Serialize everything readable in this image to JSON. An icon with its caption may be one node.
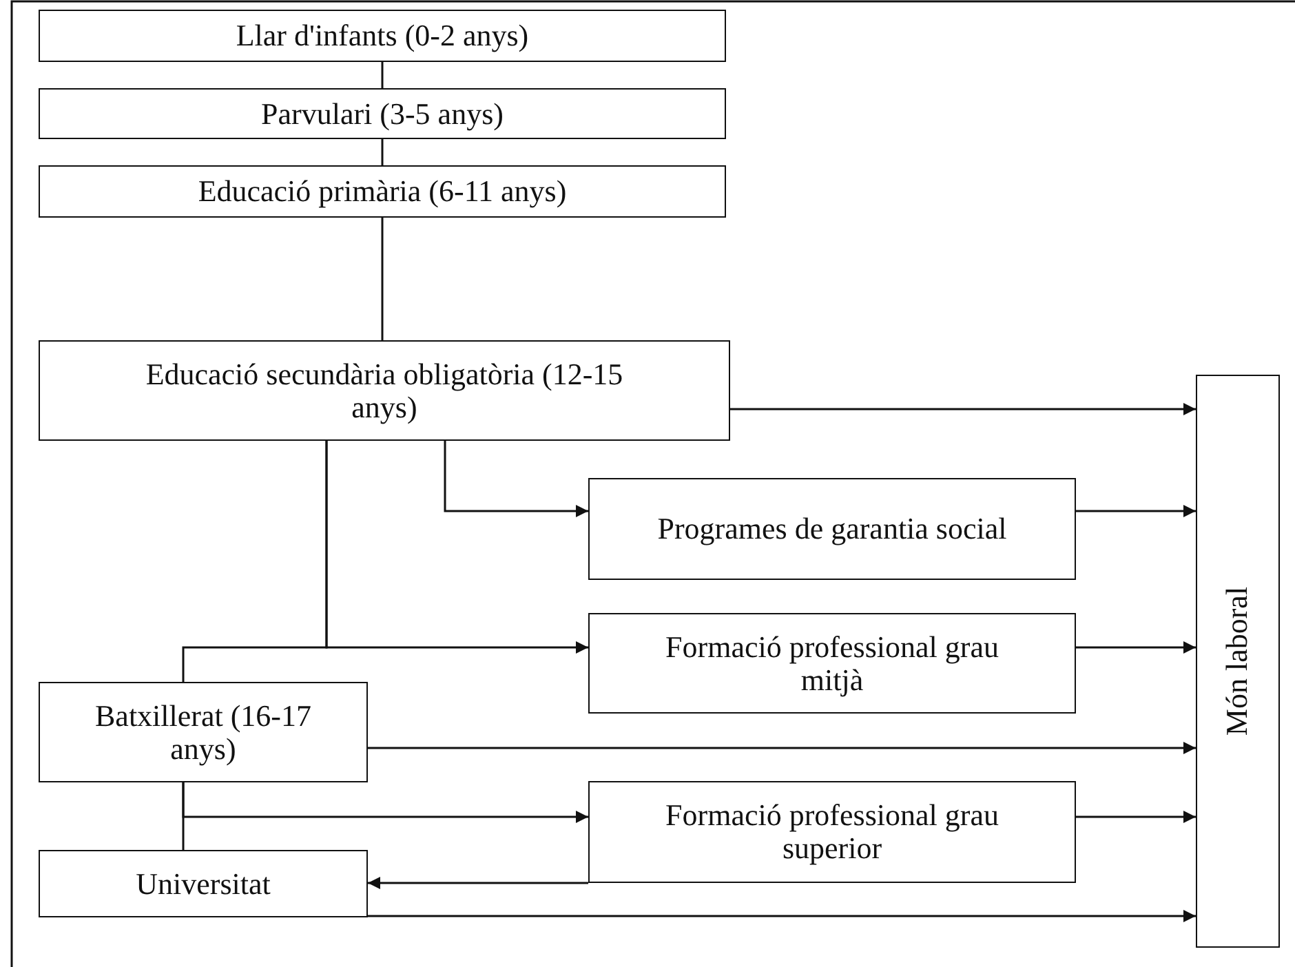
{
  "diagram": {
    "nodes": [
      {
        "text": [
          "Llar d'infants (0-2 anys)"
        ]
      },
      {
        "text": [
          "Parvulari (3-5 anys)"
        ]
      },
      {
        "text": [
          "Educació primària (6-11 anys)"
        ]
      },
      {
        "text": [
          "Educació secundària obligatòria (12-15 anys)"
        ]
      },
      {
        "text": [
          "Programes de garantia social"
        ]
      },
      {
        "text": [
          "Formació professional grau mitjà"
        ]
      },
      {
        "text": [
          "Batxillerat (16-17 anys)"
        ]
      },
      {
        "text": [
          "Formació professional grau superior"
        ]
      },
      {
        "text": [
          "Universitat"
        ]
      },
      {
        "text": [
          "Món laboral"
        ]
      }
    ],
    "edges": [
      {
        "from": 0,
        "to": 1,
        "arrow": "none"
      },
      {
        "from": 1,
        "to": 2,
        "arrow": "none"
      },
      {
        "from": 2,
        "to": 3,
        "arrow": "none"
      },
      {
        "from": 3,
        "to": 9,
        "arrow": "to"
      },
      {
        "from": 3,
        "to": 4,
        "arrow": "to"
      },
      {
        "from": 3,
        "to": 5,
        "arrow": "to"
      },
      {
        "from": 3,
        "to": 6,
        "arrow": "none"
      },
      {
        "from": 4,
        "to": 9,
        "arrow": "to"
      },
      {
        "from": 5,
        "to": 9,
        "arrow": "to"
      },
      {
        "from": 6,
        "to": 9,
        "arrow": "to"
      },
      {
        "from": 6,
        "to": 7,
        "arrow": "to"
      },
      {
        "from": 6,
        "to": 8,
        "arrow": "none"
      },
      {
        "from": 7,
        "to": 8,
        "arrow": "to"
      },
      {
        "from": 7,
        "to": 9,
        "arrow": "to"
      },
      {
        "from": 8,
        "to": 9,
        "arrow": "to"
      }
    ]
  }
}
